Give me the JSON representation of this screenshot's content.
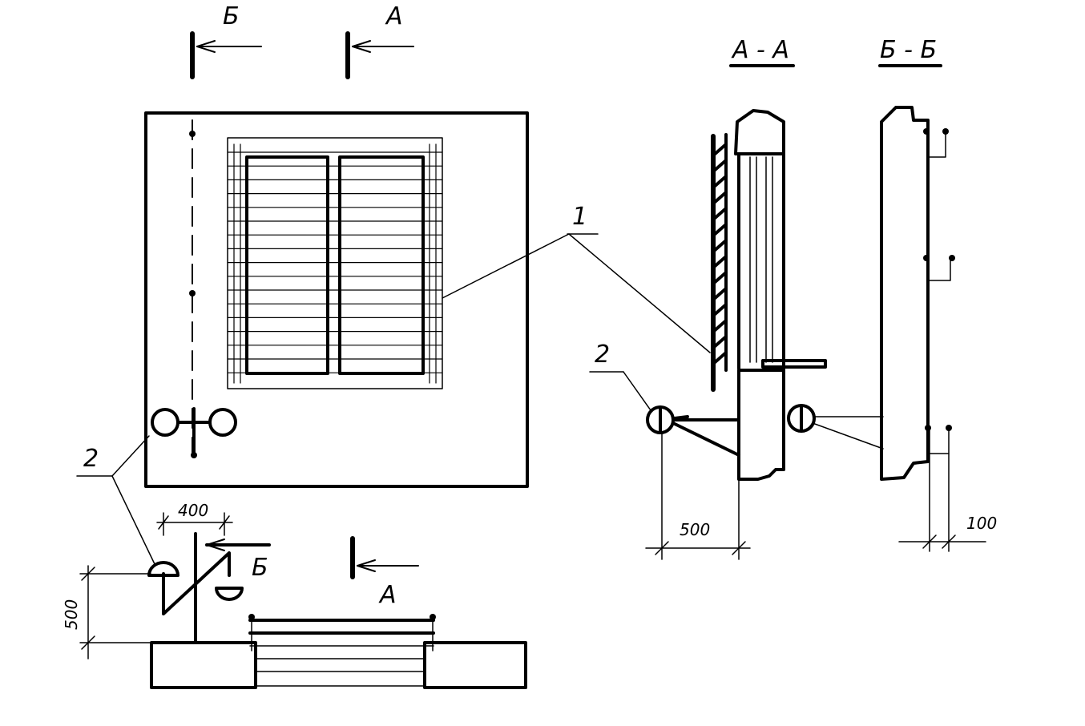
{
  "section_marks": {
    "b": "Б",
    "a": "А"
  },
  "section_titles": {
    "aa": "А - А",
    "bb": "Б - Б"
  },
  "callouts": {
    "item1": "1",
    "item2": "2"
  },
  "dimensions": {
    "d400": "400",
    "d500_plan": "500",
    "d500_section": "500",
    "d100": "100"
  }
}
